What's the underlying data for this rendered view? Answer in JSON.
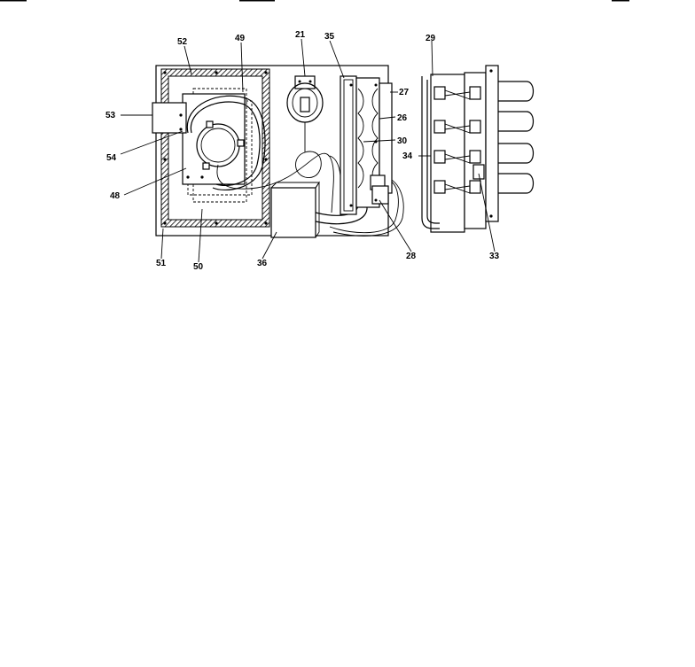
{
  "callouts": {
    "c52": "52",
    "c49": "49",
    "c21": "21",
    "c35": "35",
    "c29": "29",
    "c53": "53",
    "c27": "27",
    "c26": "26",
    "c30": "30",
    "c54": "54",
    "c34": "34",
    "c48": "48",
    "c51": "51",
    "c50": "50",
    "c36": "36",
    "c28": "28",
    "c33": "33"
  },
  "colors": {
    "ink": "#000000",
    "paper": "#ffffff"
  }
}
